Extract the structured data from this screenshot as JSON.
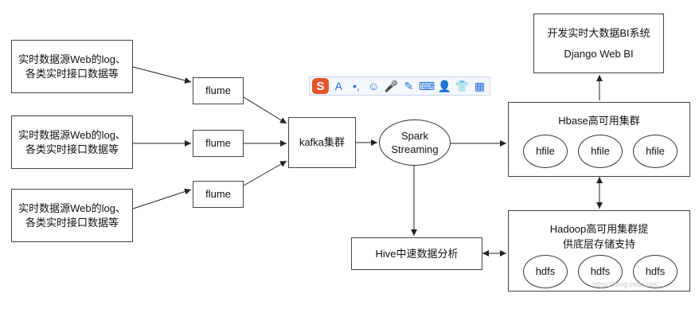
{
  "sources": [
    {
      "line1": "实时数据源Web的log、",
      "line2": "各类实时接口数据等"
    },
    {
      "line1": "实时数据源Web的log、",
      "line2": "各类实时接口数据等"
    },
    {
      "line1": "实时数据源Web的log、",
      "line2": "各类实时接口数据等"
    }
  ],
  "flume_labels": [
    "flume",
    "flume",
    "flume"
  ],
  "kafka_label": "kafka集群",
  "spark": {
    "line1": "Spark",
    "line2": "Streaming"
  },
  "hive_label": "Hive中速数据分析",
  "bi": {
    "line1": "开发实时大数据BI系统",
    "line2": "Django Web BI"
  },
  "hbase": {
    "title": "Hbase高可用集群",
    "nodes": [
      "hfile",
      "hfile",
      "hfile"
    ]
  },
  "hadoop": {
    "line1": "Hadoop高可用集群提",
    "line2": "供底层存储支持",
    "nodes": [
      "hdfs",
      "hdfs",
      "hdfs"
    ]
  },
  "ime_toolbar": {
    "logo": "S",
    "items": [
      {
        "icon": "letter-a-icon",
        "glyph": "A"
      },
      {
        "icon": "punctuation-icon",
        "glyph": "•,"
      },
      {
        "icon": "emoji-icon",
        "glyph": "☺"
      },
      {
        "icon": "microphone-icon",
        "glyph": "🎤"
      },
      {
        "icon": "pen-icon",
        "glyph": "✎"
      },
      {
        "icon": "keyboard-icon",
        "glyph": "⌨"
      },
      {
        "icon": "user-icon",
        "glyph": "👤"
      },
      {
        "icon": "shirt-icon",
        "glyph": "👕"
      },
      {
        "icon": "grid-icon",
        "glyph": "▦"
      }
    ]
  },
  "watermark": "https://blog.csdn.net/..."
}
